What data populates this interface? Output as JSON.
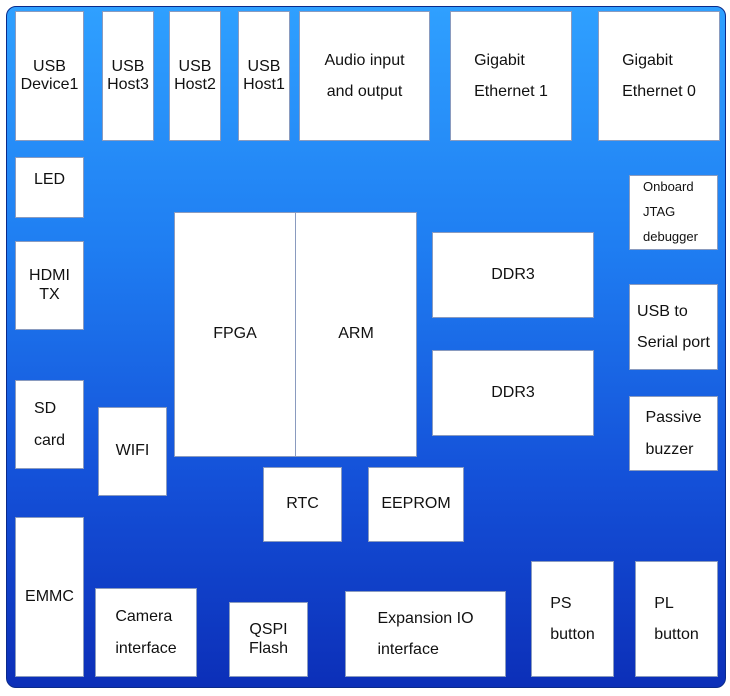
{
  "blocks": {
    "usb_device1": "USB\nDevice1",
    "usb_host3": "USB\nHost3",
    "usb_host2": "USB\nHost2",
    "usb_host1": "USB\nHost1",
    "audio": "Audio input\nand output",
    "gigabit_eth1": "Gigabit\nEthernet 1",
    "gigabit_eth0": "Gigabit\nEthernet 0",
    "led": "LED",
    "jtag": "Onboard\nJTAG\ndebugger",
    "hdmi_tx": "HDMI\nTX",
    "fpga": "FPGA",
    "arm": "ARM",
    "ddr3_top": "DDR3",
    "ddr3_bottom": "DDR3",
    "usb_serial": "USB to\nSerial port",
    "sd_card": "SD\ncard",
    "wifi": "WIFI",
    "passive_buzzer": "Passive\nbuzzer",
    "rtc": "RTC",
    "eeprom": "EEPROM",
    "emmc": "EMMC",
    "camera": "Camera\ninterface",
    "qspi": "QSPI\nFlash",
    "expansion_io": "Expansion IO\ninterface",
    "ps_button": "PS\nbutton",
    "pl_button": "PL\nbutton"
  }
}
